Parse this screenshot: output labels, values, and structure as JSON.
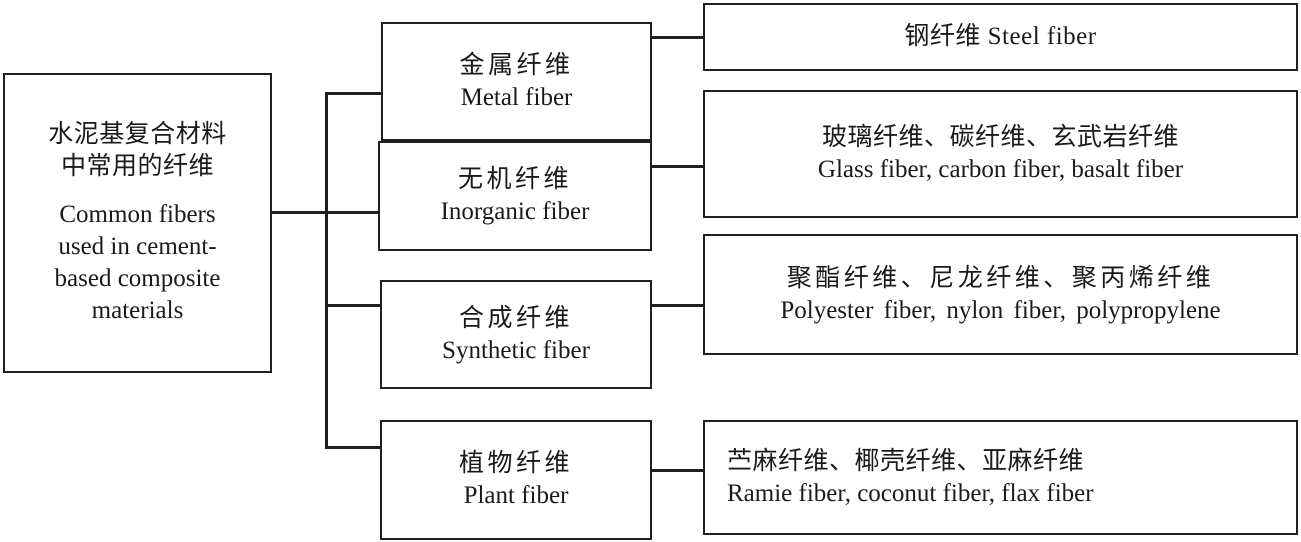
{
  "diagram": {
    "type": "hierarchy-tree",
    "title_cn": "水泥基复合材料中常用的纤维",
    "title_en": "Common fibers used in cement-based composite materials",
    "colors": {
      "line": "#231f20",
      "background": "#ffffff",
      "text": "#1a1a1a"
    },
    "root": {
      "cn_line1": "水泥基复合材料",
      "cn_line2": "中常用的纤维",
      "en_line1": "Common fibers",
      "en_line2": "used in cement-",
      "en_line3": "based composite",
      "en_line4": "materials"
    },
    "categories": [
      {
        "cn": "金属纤维",
        "en": "Metal fiber",
        "examples": {
          "cn": "钢纤维 Steel fiber",
          "en": "",
          "single_line": true,
          "align": "center"
        }
      },
      {
        "cn": "无机纤维",
        "en": "Inorganic fiber",
        "examples": {
          "cn": "玻璃纤维、碳纤维、玄武岩纤维",
          "en": "Glass fiber, carbon fiber, basalt fiber",
          "single_line": false,
          "align": "center"
        }
      },
      {
        "cn": "合成纤维",
        "en": "Synthetic fiber",
        "examples": {
          "cn": "聚酯纤维、尼龙纤维、聚丙烯纤维",
          "en": "Polyester fiber, nylon fiber, polypropylene",
          "single_line": false,
          "align": "center"
        }
      },
      {
        "cn": "植物纤维",
        "en": "Plant fiber",
        "examples": {
          "cn": "苎麻纤维、椰壳纤维、亚麻纤维",
          "en": "Ramie fiber, coconut fiber, flax fiber",
          "single_line": false,
          "align": "left"
        }
      }
    ]
  }
}
